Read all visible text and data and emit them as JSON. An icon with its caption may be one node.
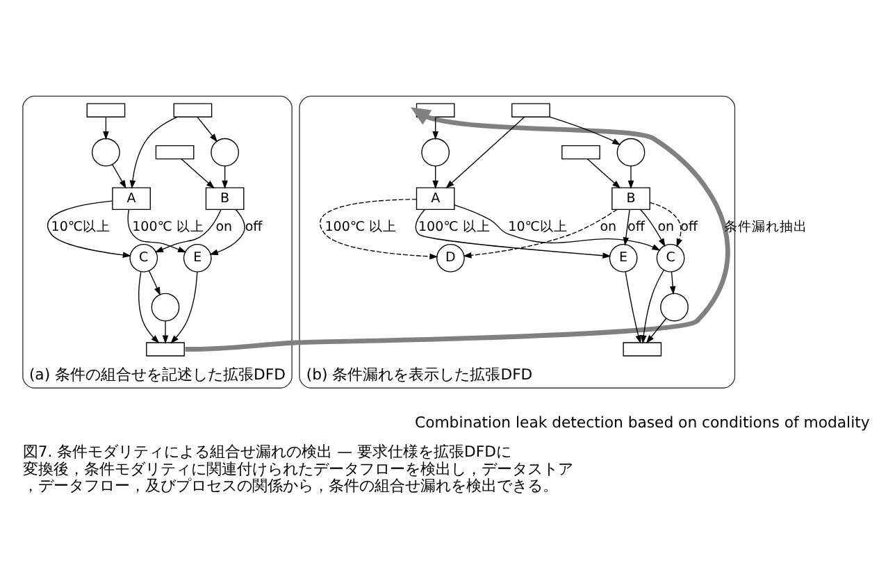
{
  "diagram": {
    "caption": "図7. 条件モダリティによる組合せ漏れの検出 — 要求仕様を拡張DFDに変換後，条件モダリティに関連付けられたデータフローを検出し，データストア，データフロー，及びプロセスの関係から，条件の組合せ漏れを検出できる。",
    "nodes": [
      {
        "text": [
          "(a) 条件の組合せを記述した拡張DFD"
        ]
      },
      {
        "text": [],
        "shape": "box",
        "in": 0
      },
      {
        "text": [],
        "shape": "circle",
        "in": 0
      },
      {
        "text": [
          "A"
        ],
        "in": 0
      },
      {
        "text": [],
        "shape": "circle",
        "in": 0
      },
      {
        "text": [],
        "shape": "box",
        "in": 0
      },
      {
        "text": [
          "B"
        ],
        "in": 0
      },
      {
        "text": [],
        "shape": "box",
        "in": 0
      },
      {
        "text": [
          "C"
        ],
        "in": 0
      },
      {
        "text": [],
        "shape": "circle",
        "in": 0
      },
      {
        "text": [
          "E"
        ],
        "in": 0
      },
      {
        "text": [],
        "shape": "box",
        "in": 0
      },
      {
        "text": [
          "(b) 条件漏れを表示した拡張DFD"
        ]
      },
      {
        "text": [],
        "shape": "box",
        "in": 12
      },
      {
        "text": [],
        "shape": "circle",
        "in": 12
      },
      {
        "text": [
          "A"
        ],
        "in": 12
      },
      {
        "text": [],
        "shape": "circle",
        "in": 12
      },
      {
        "text": [],
        "shape": "box",
        "in": 12
      },
      {
        "text": [
          "B"
        ],
        "in": 12
      },
      {
        "text": [],
        "shape": "box",
        "in": 12
      },
      {
        "text": [
          "C"
        ],
        "in": 12
      },
      {
        "text": [],
        "shape": "circle",
        "in": 12
      },
      {
        "text": [
          "E"
        ],
        "in": 12
      },
      {
        "text": [
          "D"
        ],
        "in": 12
      },
      {
        "text": [],
        "shape": "box",
        "in": 12
      }
    ],
    "edges": [
      {
        "from": 1,
        "to": 2,
        "arrow": "to"
      },
      {
        "from": 2,
        "to": 3,
        "arrow": "to"
      },
      {
        "from": 5,
        "to": 4,
        "arrow": "to"
      },
      {
        "from": 5,
        "to": 3,
        "arrow": "to"
      },
      {
        "from": 4,
        "to": 6,
        "arrow": "to"
      },
      {
        "from": 7,
        "to": 6,
        "arrow": "to"
      },
      {
        "from": 3,
        "to": 10,
        "arrow": "to",
        "label": "100℃ 以上"
      },
      {
        "from": 3,
        "to": 8,
        "arrow": "to",
        "label": "10℃以上"
      },
      {
        "from": 6,
        "to": 8,
        "arrow": "to",
        "label": "on"
      },
      {
        "from": 6,
        "to": 10,
        "arrow": "to",
        "label": "off"
      },
      {
        "from": 8,
        "to": 9,
        "arrow": "to"
      },
      {
        "from": 8,
        "to": 11,
        "arrow": "to"
      },
      {
        "from": 9,
        "to": 11,
        "arrow": "to"
      },
      {
        "from": 10,
        "to": 11,
        "arrow": "to"
      },
      {
        "from": 11,
        "to": 13,
        "arrow": "to",
        "label": "条件漏れ抽出",
        "style": "thick",
        "color": "#808080"
      },
      {
        "from": 13,
        "to": 14,
        "arrow": "to"
      },
      {
        "from": 14,
        "to": 15,
        "arrow": "to"
      },
      {
        "from": 17,
        "to": 16,
        "arrow": "to"
      },
      {
        "from": 17,
        "to": 15,
        "arrow": "to"
      },
      {
        "from": 16,
        "to": 18,
        "arrow": "to"
      },
      {
        "from": 19,
        "to": 18,
        "arrow": "to"
      },
      {
        "from": 15,
        "to": 22,
        "arrow": "to",
        "label": "100℃ 以上"
      },
      {
        "from": 15,
        "to": 20,
        "arrow": "to",
        "label": "10℃以上"
      },
      {
        "from": 15,
        "to": 23,
        "arrow": "to",
        "label": "100℃ 以上",
        "style": "dashed"
      },
      {
        "from": 18,
        "to": 20,
        "arrow": "to",
        "label": "on"
      },
      {
        "from": 18,
        "to": 20,
        "arrow": "to",
        "label": "off",
        "style": "dashed"
      },
      {
        "from": 18,
        "to": 22,
        "arrow": "to",
        "label": "off"
      },
      {
        "from": 18,
        "to": 23,
        "arrow": "to",
        "label": "on",
        "style": "dashed"
      },
      {
        "from": 20,
        "to": 21,
        "arrow": "to"
      },
      {
        "from": 20,
        "to": 24,
        "arrow": "to"
      },
      {
        "from": 21,
        "to": 24,
        "arrow": "to"
      },
      {
        "from": 22,
        "to": 24,
        "arrow": "to"
      }
    ],
    "labels": [
      "Combination leak detection based on conditions of modality"
    ]
  }
}
